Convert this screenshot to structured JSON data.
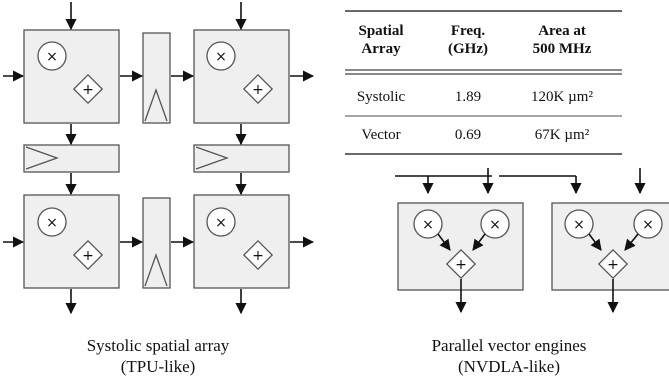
{
  "systolic": {
    "mul_symbol": "×",
    "add_symbol": "+",
    "caption_line1": "Systolic spatial array",
    "caption_line2": "(TPU-like)"
  },
  "table": {
    "headers": [
      {
        "line1": "Spatial",
        "line2": "Array"
      },
      {
        "line1": "Freq.",
        "line2": "(GHz)"
      },
      {
        "line1": "Area at",
        "line2": "500 MHz"
      }
    ],
    "rows": [
      {
        "array": "Systolic",
        "freq": "1.89",
        "area": "120K µm²"
      },
      {
        "array": "Vector",
        "freq": "0.69",
        "area": "67K µm²"
      }
    ]
  },
  "vector": {
    "mul_symbol": "×",
    "add_symbol": "+",
    "caption_line1": "Parallel vector engines",
    "caption_line2": "(NVDLA-like)"
  }
}
